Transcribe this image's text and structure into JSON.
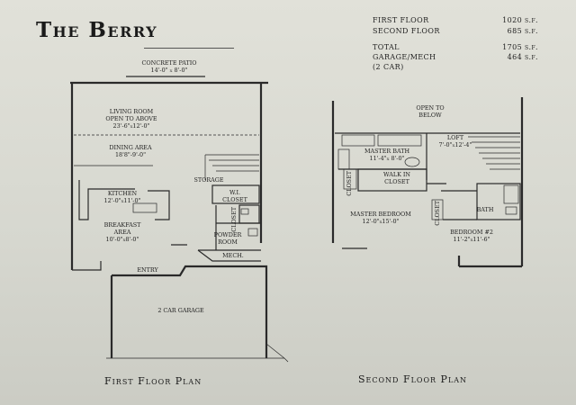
{
  "title": "The Berry",
  "square_footage": [
    {
      "label": "FIRST FLOOR",
      "value": "1020 s.f."
    },
    {
      "label": "SECOND FLOOR",
      "value": "685 s.f."
    },
    {
      "label": "TOTAL",
      "value": "1705 s.f."
    },
    {
      "label": "GARAGE/MECH",
      "value": "464 s.f."
    },
    {
      "label": "(2 CAR)",
      "value": ""
    }
  ],
  "first_floor": {
    "plan_title": "First Floor Plan",
    "rooms": {
      "patio": [
        "CONCRETE PATIO",
        "14'-0\" x 8'-0\""
      ],
      "living": [
        "LIVING ROOM",
        "OPEN TO ABOVE",
        "23'-6\"x12'-0\""
      ],
      "dining": [
        "DINING AREA",
        "18'8\"-9'-0\""
      ],
      "kitchen": [
        "KITCHEN",
        "12'-0\"x11'-0\""
      ],
      "breakfast": [
        "BREAKFAST",
        "AREA",
        "10'-0\"x8'-0\""
      ],
      "storage": [
        "STORAGE"
      ],
      "closet": [
        "W.I.",
        "CLOSET"
      ],
      "powder": [
        "POWDER",
        "ROOM"
      ],
      "mech": [
        "MECH."
      ],
      "entry": [
        "ENTRY"
      ],
      "garage": [
        "2 CAR GARAGE"
      ],
      "closet_v": [
        "CLOSET"
      ]
    }
  },
  "second_floor": {
    "plan_title": "Second Floor Plan",
    "rooms": {
      "open": [
        "OPEN TO",
        "BELOW"
      ],
      "loft": [
        "LOFT",
        "7'-0\"x12'-4\""
      ],
      "master_bath": [
        "MASTER BATH",
        "11'-4\"x 8'-0\""
      ],
      "walkin": [
        "WALK IN",
        "CLOSET"
      ],
      "master_bed": [
        "MASTER BEDROOM",
        "12'-0\"x15'-0\""
      ],
      "bedroom2": [
        "BEDROOM #2",
        "11'-2\"x11'-6\""
      ],
      "bath": [
        "BATH"
      ],
      "closet_a": [
        "CLOSET"
      ],
      "closet_b": [
        "CLOSET"
      ]
    }
  }
}
